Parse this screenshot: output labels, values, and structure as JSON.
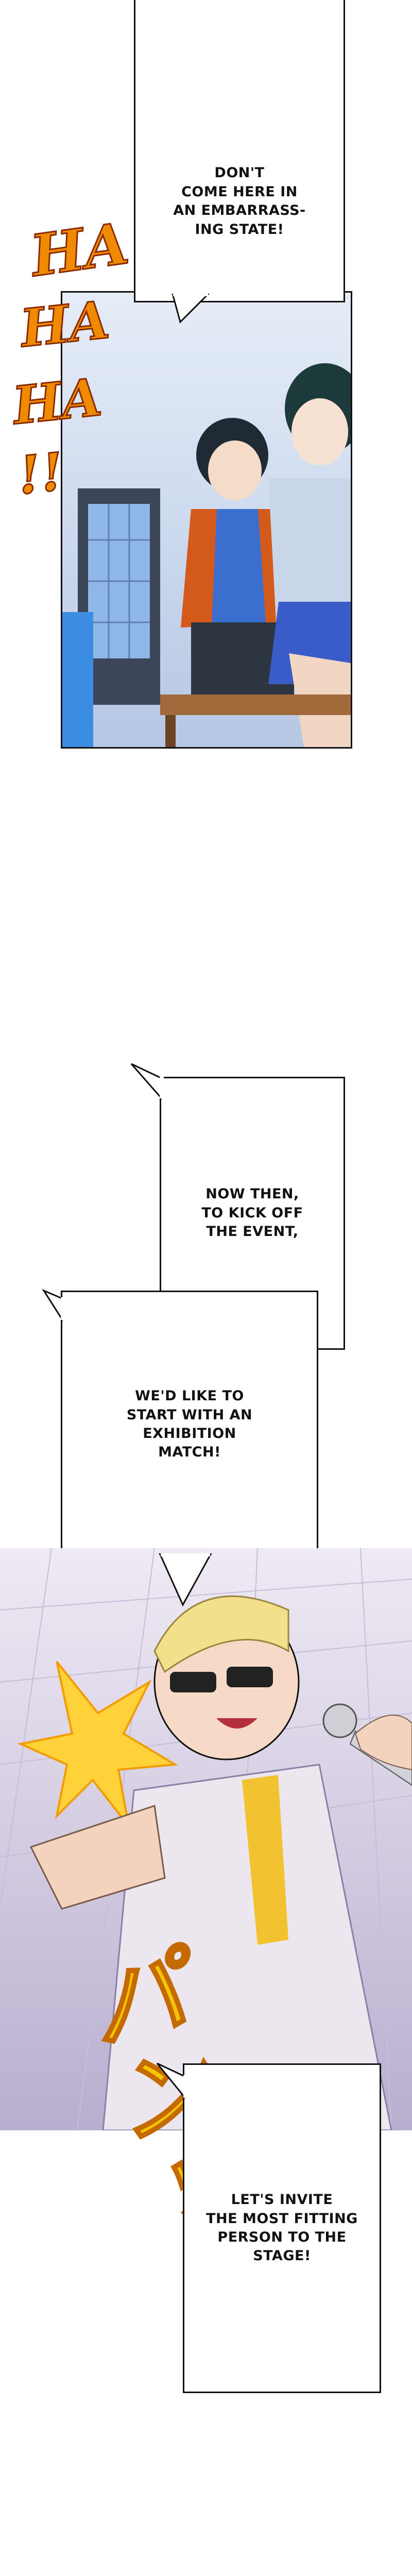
{
  "bubbles": {
    "b1": [
      "DON'T",
      "COME HERE IN",
      "AN EMBARRASS-",
      "ING STATE!"
    ],
    "b2": [
      "NOW THEN,",
      "TO KICK OFF",
      "THE EVENT,"
    ],
    "b3": [
      "WE'D LIKE TO",
      "START WITH AN",
      "EXHIBITION",
      "MATCH!"
    ],
    "b4": [
      "LET'S INVITE",
      "THE MOST FITTING",
      "PERSON TO THE",
      "STAGE!"
    ]
  },
  "sfx": {
    "haha": [
      "HA",
      "HA",
      "HA",
      "!!"
    ],
    "pon": "パンッ"
  },
  "colors": {
    "sfx_orange": "#f08a00",
    "sfx_yellow": "#f4c400",
    "outline": "#111111",
    "wall_blue": "#b9cbe6",
    "suit_white": "#ece6ef"
  }
}
